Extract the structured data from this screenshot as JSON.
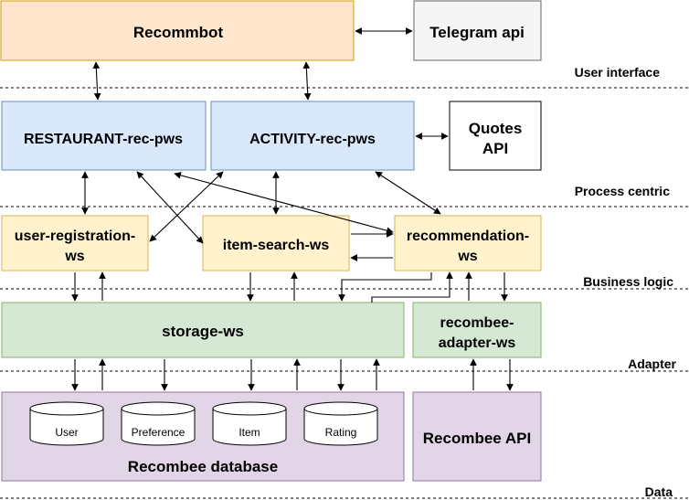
{
  "layers": {
    "user_interface": "User interface",
    "process_centric": "Process centric",
    "business_logic": "Business logic",
    "adapter": "Adapter",
    "data": "Data"
  },
  "nodes": {
    "recommbot": "Recommbot",
    "telegram_api": "Telegram api",
    "restaurant_rec_pws": "RESTAURANT-rec-pws",
    "activity_rec_pws": "ACTIVITY-rec-pws",
    "quotes_api_line1": "Quotes",
    "quotes_api_line2": "API",
    "user_registration_line1": "user-registration-",
    "user_registration_line2": "ws",
    "item_search_ws": "item-search-ws",
    "recommendation_line1": "recommendation-",
    "recommendation_line2": "ws",
    "storage_ws": "storage-ws",
    "recombee_adapter_line1": "recombee-",
    "recombee_adapter_line2": "adapter-ws",
    "recombee_database": "Recombee database",
    "recombee_api": "Recombee API"
  },
  "db_items": {
    "user": "User",
    "preference": "Preference",
    "item": "Item",
    "rating": "Rating"
  },
  "colors": {
    "orange_fill": "#ffe6cc",
    "orange_stroke": "#d79b00",
    "gray_fill": "#f5f5f5",
    "gray_stroke": "#666666",
    "blue_fill": "#dae8fc",
    "blue_stroke": "#6c8ebf",
    "yellow_fill": "#fff2cc",
    "yellow_stroke": "#d6b656",
    "green_fill": "#d5e8d4",
    "green_stroke": "#82b366",
    "purple_fill": "#e1d5e7",
    "purple_stroke": "#9673a6"
  }
}
